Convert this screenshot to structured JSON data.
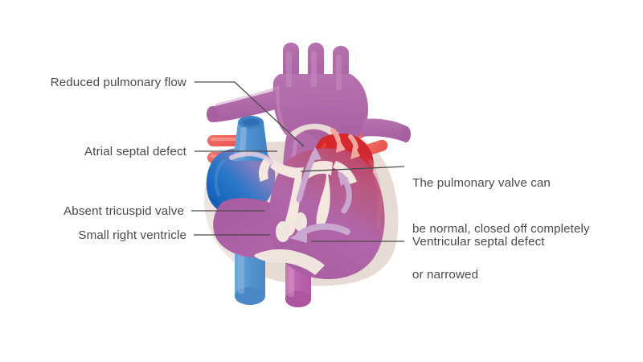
{
  "figure": {
    "title": "Tricuspid atresia heart diagram",
    "background_color": "#ffffff",
    "label_text_color": "#4a4a4a",
    "leader_line_color": "#4a4a4a"
  },
  "labels": {
    "reduced_pulmonary_flow": "Reduced pulmonary flow",
    "atrial_septal_defect": "Atrial septal defect",
    "absent_tricuspid_valve": "Absent tricuspid valve",
    "small_right_ventricle": "Small right ventricle",
    "pulmonary_valve_line1": "The pulmonary valve can",
    "pulmonary_valve_line2": "be normal, closed off completely",
    "pulmonary_valve_line3": "or narrowed",
    "ventricular_septal_defect": "Ventricular septal defect"
  },
  "anatomy": {
    "myocardium": {
      "name": "Heart muscle wall",
      "color": "#e7dbd5"
    },
    "aorta": {
      "name": "Aortic arch",
      "color": "#ae6aa8"
    },
    "pulmonary_artery": {
      "name": "Pulmonary artery",
      "color": "#b473ad"
    },
    "right_atrium": {
      "name": "Right atrium",
      "color": "#1f6fc0"
    },
    "left_atrium": {
      "name": "Left atrium",
      "color": "#d22a2c"
    },
    "right_ventricle": {
      "name": "Small right ventricle",
      "color": "#ab5fa4"
    },
    "left_ventricle": {
      "name": "Left ventricle",
      "color": "#b066a9"
    },
    "superior_vena_cava": {
      "name": "Superior vena cava",
      "color": "#5b9bd5"
    },
    "inferior_vena_cava": {
      "name": "Inferior vena cava",
      "color": "#5b9bd5"
    },
    "descending_aorta": {
      "name": "Descending aorta",
      "color": "#bd6aaf"
    },
    "pulmonary_veins": {
      "name": "Pulmonary veins",
      "color": "#f06a63"
    },
    "valve_leaflets": {
      "name": "Valve leaflets",
      "color": "#f3e7e0"
    },
    "flow_arrow_blue_chamber": {
      "name": "Blood flow arrow",
      "color": "#c9a7cf"
    },
    "flow_arrow_red_chamber": {
      "name": "Blood flow arrow",
      "color": "#f3a69c"
    }
  }
}
